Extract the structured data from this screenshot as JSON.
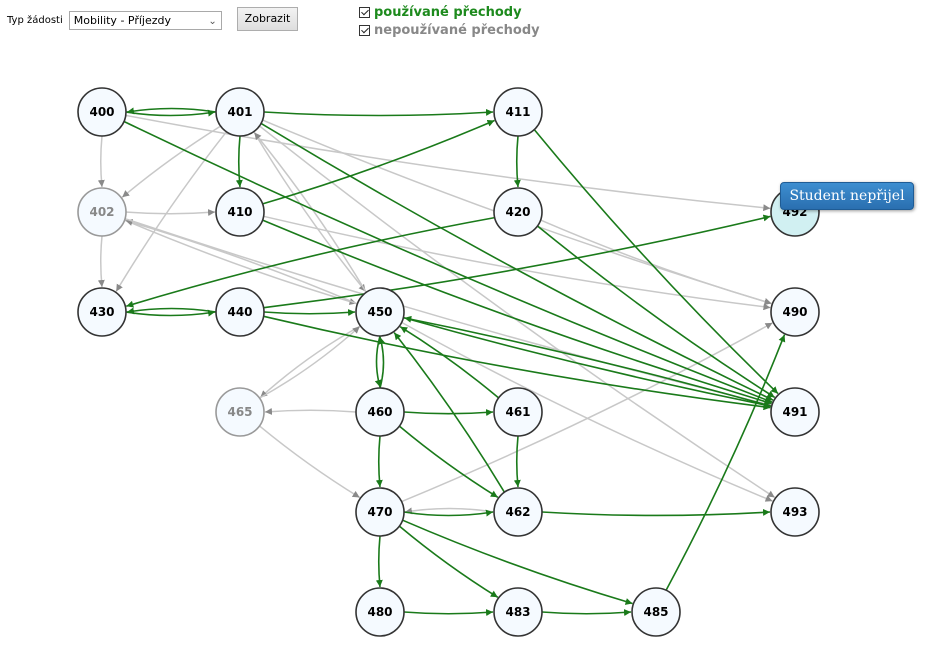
{
  "toolbar": {
    "type_label": "Typ žádosti",
    "type_value": "Mobility - Příjezdy",
    "show_button": "Zobrazit"
  },
  "legend": {
    "used": "používané přechody",
    "unused": "nepoužívané přechody"
  },
  "colors": {
    "used": "#1a7a1a",
    "unused": "#c8c8c8",
    "node_fill": "#f5faff",
    "highlight_fill": "#d1f0f2"
  },
  "tooltip": "Student nepřijel",
  "diagram": {
    "nodes": [
      {
        "id": "400",
        "label": "400",
        "state": "normal"
      },
      {
        "id": "401",
        "label": "401",
        "state": "normal"
      },
      {
        "id": "411",
        "label": "411",
        "state": "normal"
      },
      {
        "id": "402",
        "label": "402",
        "state": "faded"
      },
      {
        "id": "410",
        "label": "410",
        "state": "normal"
      },
      {
        "id": "420",
        "label": "420",
        "state": "normal"
      },
      {
        "id": "492",
        "label": "492",
        "state": "highlighted"
      },
      {
        "id": "430",
        "label": "430",
        "state": "normal"
      },
      {
        "id": "440",
        "label": "440",
        "state": "normal"
      },
      {
        "id": "450",
        "label": "450",
        "state": "normal"
      },
      {
        "id": "490",
        "label": "490",
        "state": "normal"
      },
      {
        "id": "465",
        "label": "465",
        "state": "faded"
      },
      {
        "id": "460",
        "label": "460",
        "state": "normal"
      },
      {
        "id": "461",
        "label": "461",
        "state": "normal"
      },
      {
        "id": "491",
        "label": "491",
        "state": "normal"
      },
      {
        "id": "470",
        "label": "470",
        "state": "normal"
      },
      {
        "id": "462",
        "label": "462",
        "state": "normal"
      },
      {
        "id": "493",
        "label": "493",
        "state": "normal"
      },
      {
        "id": "480",
        "label": "480",
        "state": "normal"
      },
      {
        "id": "483",
        "label": "483",
        "state": "normal"
      },
      {
        "id": "485",
        "label": "485",
        "state": "normal"
      }
    ],
    "edges": [
      {
        "from": "400",
        "to": "401",
        "used": true
      },
      {
        "from": "401",
        "to": "400",
        "used": true
      },
      {
        "from": "400",
        "to": "402",
        "used": false
      },
      {
        "from": "400",
        "to": "491",
        "used": true
      },
      {
        "from": "400",
        "to": "492",
        "used": false
      },
      {
        "from": "401",
        "to": "411",
        "used": true
      },
      {
        "from": "401",
        "to": "410",
        "used": true
      },
      {
        "from": "401",
        "to": "402",
        "used": false
      },
      {
        "from": "401",
        "to": "430",
        "used": false
      },
      {
        "from": "401",
        "to": "450",
        "used": false
      },
      {
        "from": "401",
        "to": "491",
        "used": true
      },
      {
        "from": "401",
        "to": "490",
        "used": false
      },
      {
        "from": "450",
        "to": "401",
        "used": false
      },
      {
        "from": "401",
        "to": "493",
        "used": false
      },
      {
        "from": "402",
        "to": "410",
        "used": false
      },
      {
        "from": "402",
        "to": "430",
        "used": false
      },
      {
        "from": "402",
        "to": "450",
        "used": false
      },
      {
        "from": "450",
        "to": "402",
        "used": false
      },
      {
        "from": "402",
        "to": "491",
        "used": false
      },
      {
        "from": "410",
        "to": "411",
        "used": true
      },
      {
        "from": "410",
        "to": "491",
        "used": true
      },
      {
        "from": "410",
        "to": "490",
        "used": false
      },
      {
        "from": "411",
        "to": "420",
        "used": true
      },
      {
        "from": "411",
        "to": "491",
        "used": true
      },
      {
        "from": "420",
        "to": "430",
        "used": true
      },
      {
        "from": "420",
        "to": "491",
        "used": true
      },
      {
        "from": "420",
        "to": "490",
        "used": false
      },
      {
        "from": "430",
        "to": "440",
        "used": true
      },
      {
        "from": "440",
        "to": "430",
        "used": true
      },
      {
        "from": "440",
        "to": "450",
        "used": true
      },
      {
        "from": "440",
        "to": "492",
        "used": true
      },
      {
        "from": "440",
        "to": "491",
        "used": true
      },
      {
        "from": "450",
        "to": "460",
        "used": true
      },
      {
        "from": "460",
        "to": "450",
        "used": true
      },
      {
        "from": "450",
        "to": "491",
        "used": true
      },
      {
        "from": "491",
        "to": "450",
        "used": true
      },
      {
        "from": "450",
        "to": "465",
        "used": false
      },
      {
        "from": "465",
        "to": "450",
        "used": false
      },
      {
        "from": "450",
        "to": "493",
        "used": false
      },
      {
        "from": "460",
        "to": "465",
        "used": false
      },
      {
        "from": "460",
        "to": "461",
        "used": true
      },
      {
        "from": "460",
        "to": "470",
        "used": true
      },
      {
        "from": "460",
        "to": "462",
        "used": true
      },
      {
        "from": "461",
        "to": "450",
        "used": true
      },
      {
        "from": "461",
        "to": "462",
        "used": true
      },
      {
        "from": "462",
        "to": "450",
        "used": true
      },
      {
        "from": "462",
        "to": "470",
        "used": false
      },
      {
        "from": "470",
        "to": "462",
        "used": true
      },
      {
        "from": "462",
        "to": "493",
        "used": true
      },
      {
        "from": "465",
        "to": "470",
        "used": false
      },
      {
        "from": "470",
        "to": "480",
        "used": true
      },
      {
        "from": "470",
        "to": "483",
        "used": true
      },
      {
        "from": "470",
        "to": "485",
        "used": true
      },
      {
        "from": "470",
        "to": "490",
        "used": false
      },
      {
        "from": "480",
        "to": "483",
        "used": true
      },
      {
        "from": "483",
        "to": "485",
        "used": true
      },
      {
        "from": "485",
        "to": "490",
        "used": true
      }
    ]
  }
}
